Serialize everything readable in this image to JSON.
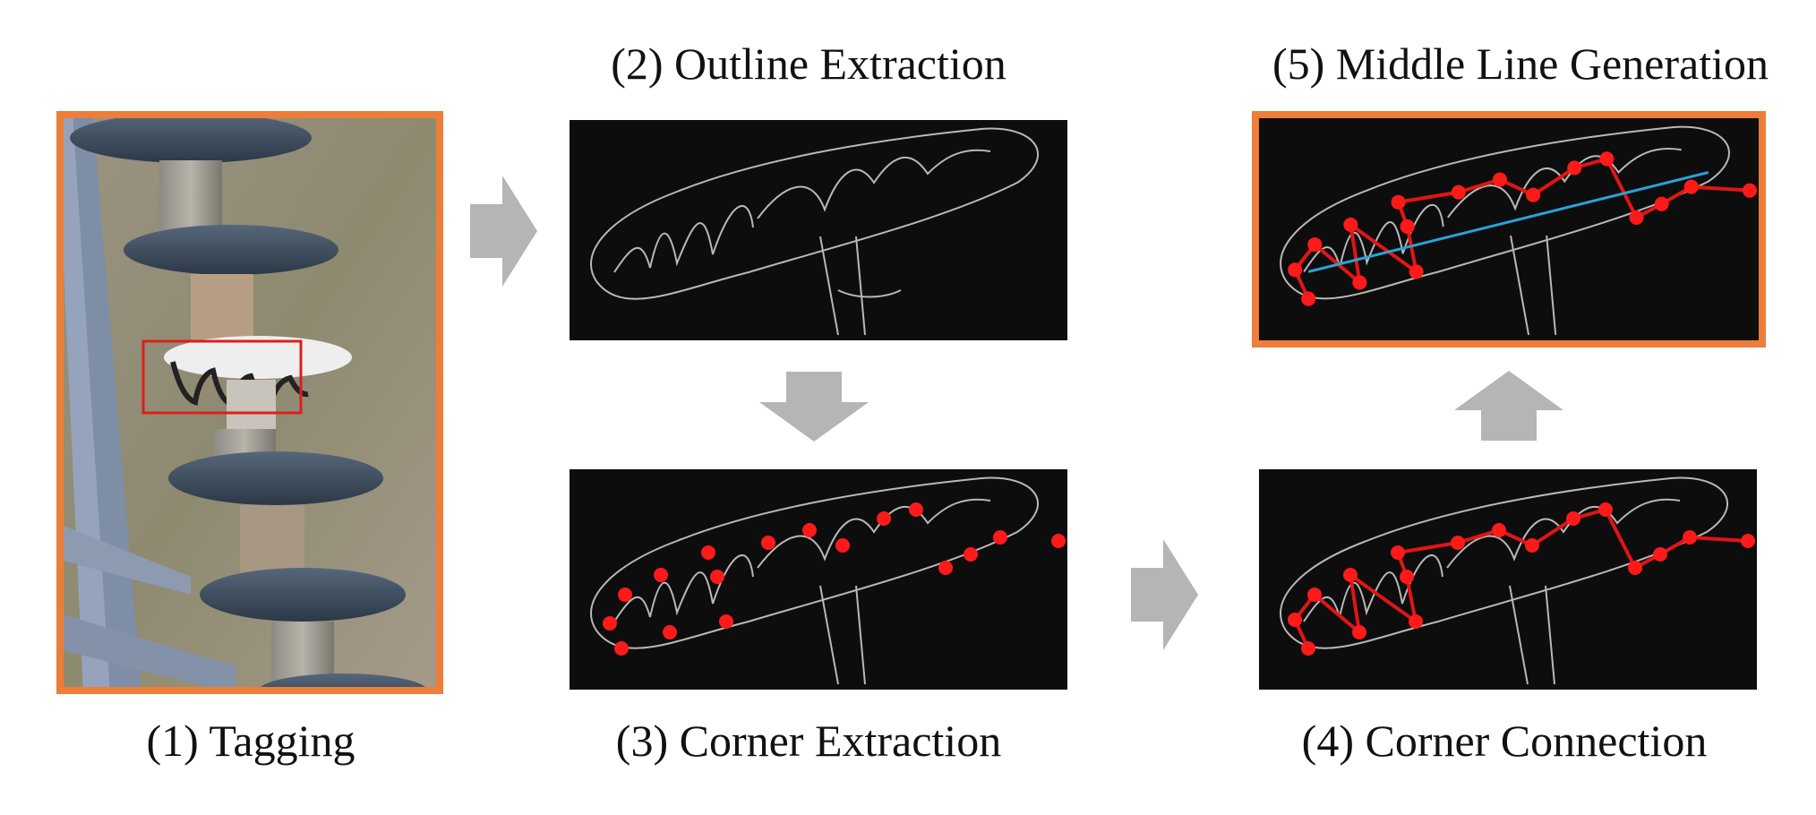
{
  "steps": {
    "tagging": "(1) Tagging",
    "outline": "(2) Outline Extraction",
    "corner_extraction": "(3) Corner Extraction",
    "corner_connection": "(4) Corner Connection",
    "middle_line": "(5) Middle Line Generation"
  },
  "colors": {
    "frame": "#ee7d3a",
    "corner": "#ff1a1a",
    "connection": "#e01515",
    "middle_line": "#2aa2d8",
    "panel_bg": "#0d0d0d",
    "arrow": "#a8a8a8"
  }
}
